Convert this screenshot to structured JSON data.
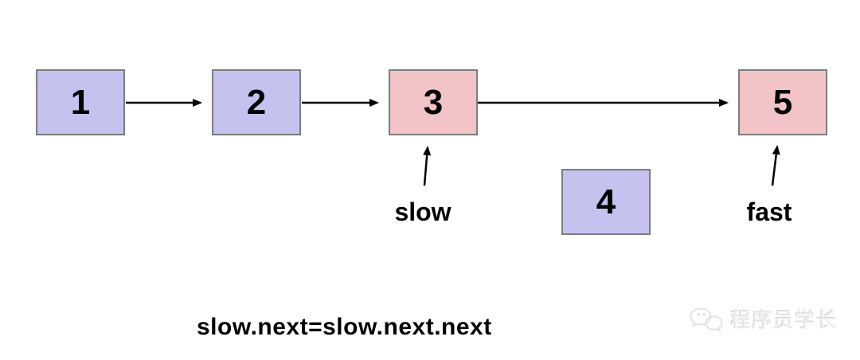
{
  "diagram": {
    "type": "linked-list",
    "nodes": [
      {
        "id": "node-1",
        "label": "1",
        "fill": "#c5c2f0"
      },
      {
        "id": "node-2",
        "label": "2",
        "fill": "#c5c2f0"
      },
      {
        "id": "node-3",
        "label": "3",
        "fill": "#f2c3c7"
      },
      {
        "id": "node-4",
        "label": "4",
        "fill": "#c5c2f0"
      },
      {
        "id": "node-5",
        "label": "5",
        "fill": "#f2c3c7"
      }
    ],
    "edges": [
      {
        "from": "1",
        "to": "2"
      },
      {
        "from": "2",
        "to": "3"
      },
      {
        "from": "3",
        "to": "5"
      }
    ],
    "pointers": [
      {
        "label": "slow",
        "points_to": "3"
      },
      {
        "label": "fast",
        "points_to": "5"
      }
    ],
    "caption": "slow.next=slow.next.next",
    "watermark": {
      "icon": "wechat-icon",
      "text": "程序员学长"
    },
    "colors": {
      "node_purple": "#c5c2f0",
      "node_pink": "#f2c3c7",
      "node_border": "#7c7c7c",
      "arrow": "#000000",
      "background": "#ffffff",
      "watermark_text": "#f0f0f0"
    }
  }
}
